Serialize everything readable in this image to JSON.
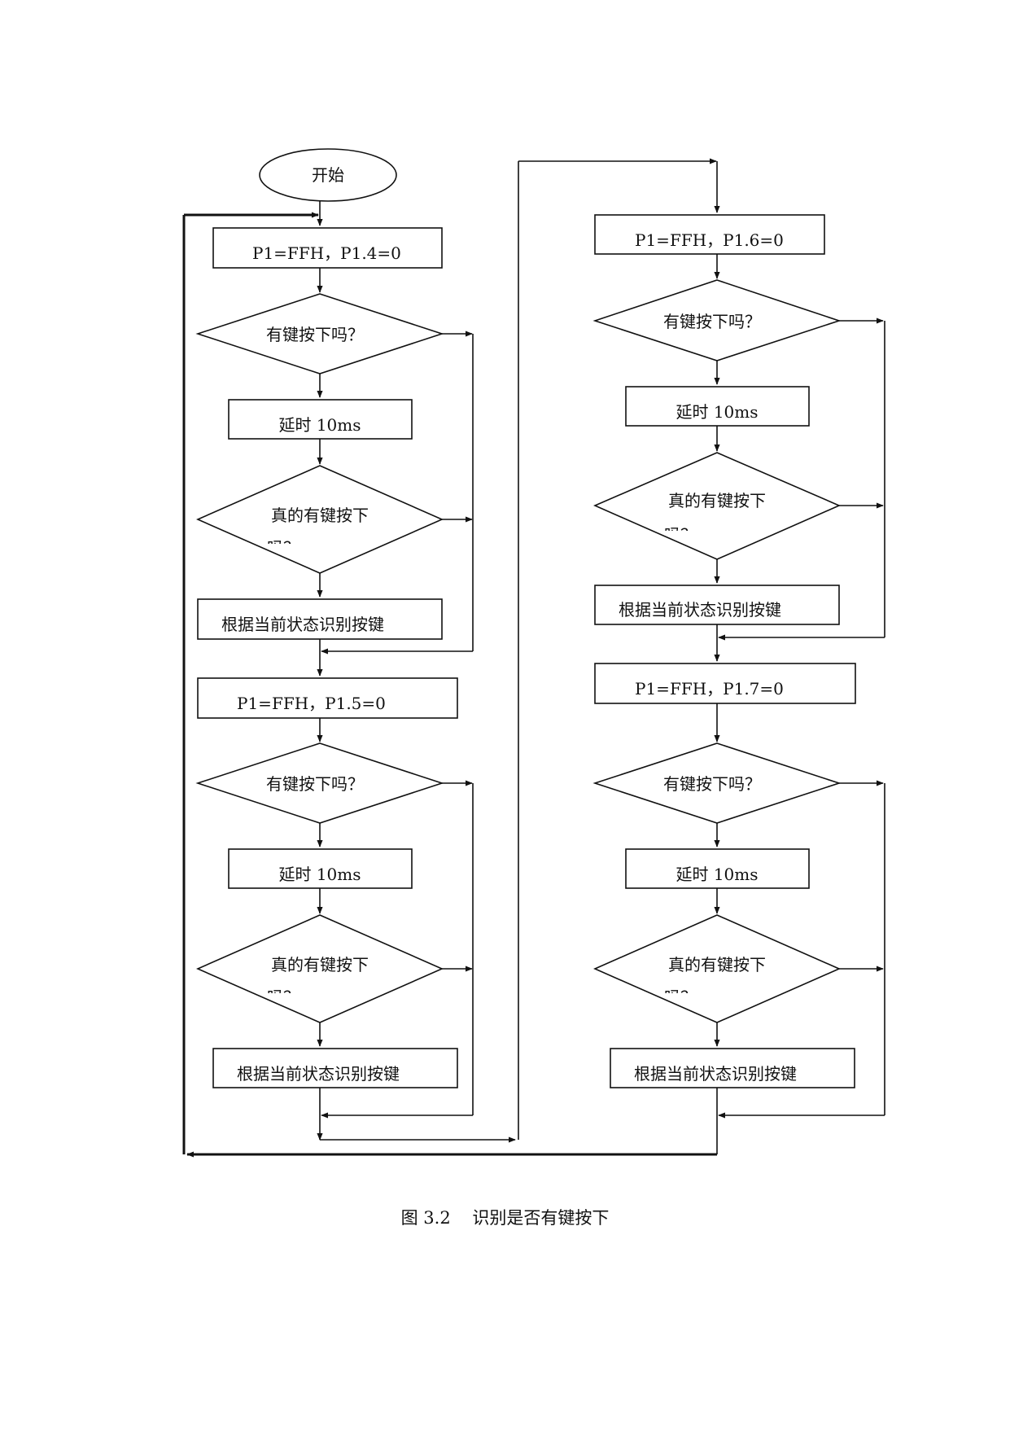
{
  "flowchart": {
    "start": "开始",
    "columns": [
      {
        "blocks": [
          {
            "set": "P1=FFH，P1.4=0",
            "check": "有键按下吗？",
            "delay": "延时 10ms",
            "recheck_line1": "真的有键按下",
            "recheck_line2": "吗？",
            "identify": "根据当前状态识别按键"
          },
          {
            "set": "P1=FFH，P1.5=0",
            "check": "有键按下吗？",
            "delay": "延时 10ms",
            "recheck_line1": "真的有键按下",
            "recheck_line2": "吗？",
            "identify": "根据当前状态识别按键"
          }
        ]
      },
      {
        "blocks": [
          {
            "set": "P1=FFH，P1.6=0",
            "check": "有键按下吗？",
            "delay": "延时 10ms",
            "recheck_line1": "真的有键按下",
            "recheck_line2": "吗？",
            "identify": "根据当前状态识别按键"
          },
          {
            "set": "P1=FFH，P1.7=0",
            "check": "有键按下吗？",
            "delay": "延时 10ms",
            "recheck_line1": "真的有键按下",
            "recheck_line2": "吗？",
            "identify": "根据当前状态识别按键"
          }
        ]
      }
    ]
  },
  "caption": "图 3.2    识别是否有键按下"
}
